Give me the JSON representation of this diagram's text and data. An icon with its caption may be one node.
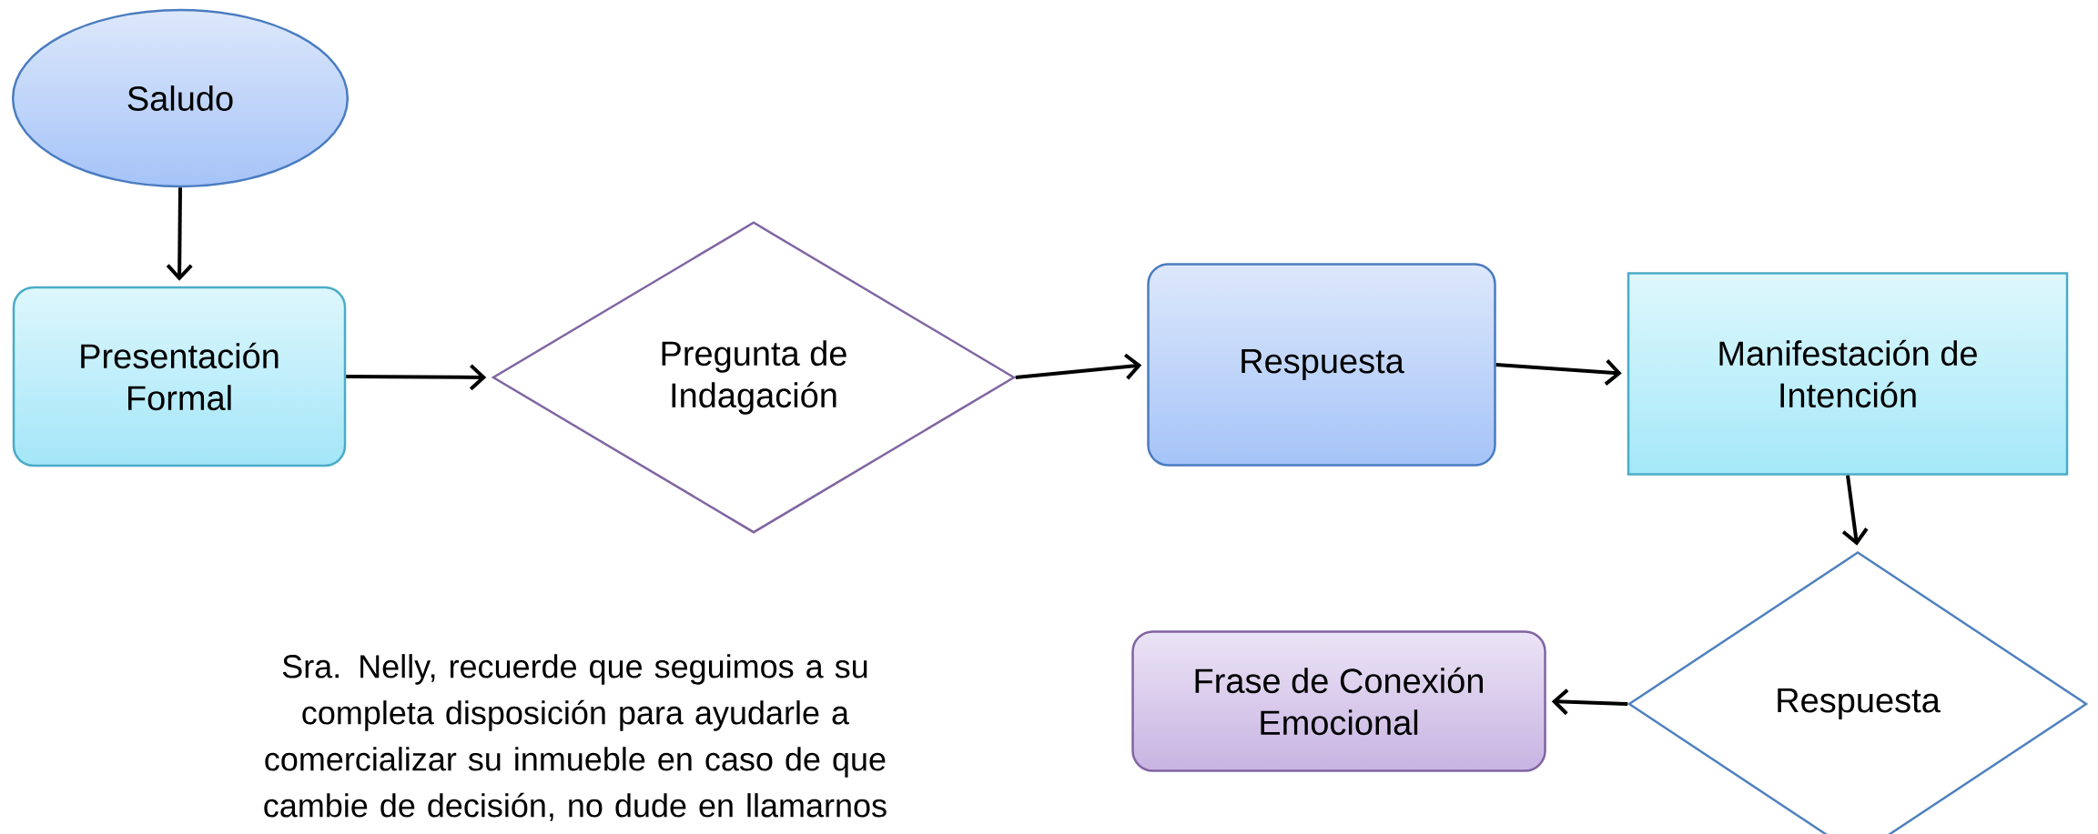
{
  "diagram": {
    "nodes": [
      {
        "text": [
          "Saludo"
        ]
      },
      {
        "text": [
          "Presentación Formal"
        ]
      },
      {
        "text": [
          "Pregunta de Indagación"
        ]
      },
      {
        "text": [
          "Respuesta"
        ]
      },
      {
        "text": [
          "Manifestación de Intención"
        ]
      },
      {
        "text": [
          "Respuesta"
        ]
      },
      {
        "text": [
          "Frase de Conexión Emocional"
        ]
      }
    ],
    "edges": [
      {
        "from": 0,
        "to": 1,
        "arrow": "to"
      },
      {
        "from": 1,
        "to": 2,
        "arrow": "to"
      },
      {
        "from": 2,
        "to": 3,
        "arrow": "to"
      },
      {
        "from": 3,
        "to": 4,
        "arrow": "to"
      },
      {
        "from": 4,
        "to": 5,
        "arrow": "to"
      },
      {
        "from": 5,
        "to": 6,
        "arrow": "to"
      }
    ],
    "labels": [
      "Sra. Nelly, recuerde que seguimos a su completa disposición para ayudarle a comercializar su inmueble en caso de que cambie de decisión, no dude en llamarnos"
    ]
  }
}
